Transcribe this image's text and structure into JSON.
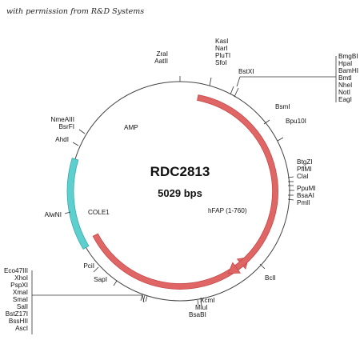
{
  "credit": "with permission from R&D Systems",
  "plasmid": {
    "name": "RDC2813",
    "size": "5029 bps"
  },
  "features": [
    {
      "name": "AMP",
      "color": "#e06666",
      "start": 1870,
      "end": 3390,
      "direction": "ccw"
    },
    {
      "name": "hFAP (1-760)",
      "color": "#e06666",
      "start": 150,
      "end": 2090,
      "direction": "cw"
    },
    {
      "name": "COLE1",
      "color": "#5ecfcf",
      "start": 3340,
      "end": 4010,
      "direction": "none"
    }
  ],
  "sites_top": [
    "ZraI",
    "AatII"
  ],
  "sites_top2": [
    "KasI",
    "NarI",
    "PluTI",
    "SfoI"
  ],
  "site_bstxi": "BstXI",
  "sites_mcs1": [
    "BmgBI",
    "HpaI",
    "BamHI",
    "BmtI",
    "NheI",
    "NotI",
    "EagI"
  ],
  "site_bsmi": "BsmI",
  "site_bpu10i": "Bpu10I",
  "sites_right": [
    "BtgZI",
    "PflMI",
    "ClaI"
  ],
  "sites_right2": [
    "PpuMI",
    "BsaAI",
    "PmlI"
  ],
  "site_bcli": "BclI",
  "sites_bottom": [
    "XcmI",
    "MluI",
    "BsaBI"
  ],
  "sites_mcs2": [
    "Eco47III",
    "XhoI",
    "PspXI",
    "XmaI",
    "SmaI",
    "SalI",
    "BstZ17I",
    "BssHII",
    "AscI"
  ],
  "site_sapi": "SapI",
  "site_pcii": "PciI",
  "site_alwni": "AlwNI",
  "site_ahdi": "AhdI",
  "sites_left": [
    "NmeAIII",
    "BsrFI"
  ]
}
